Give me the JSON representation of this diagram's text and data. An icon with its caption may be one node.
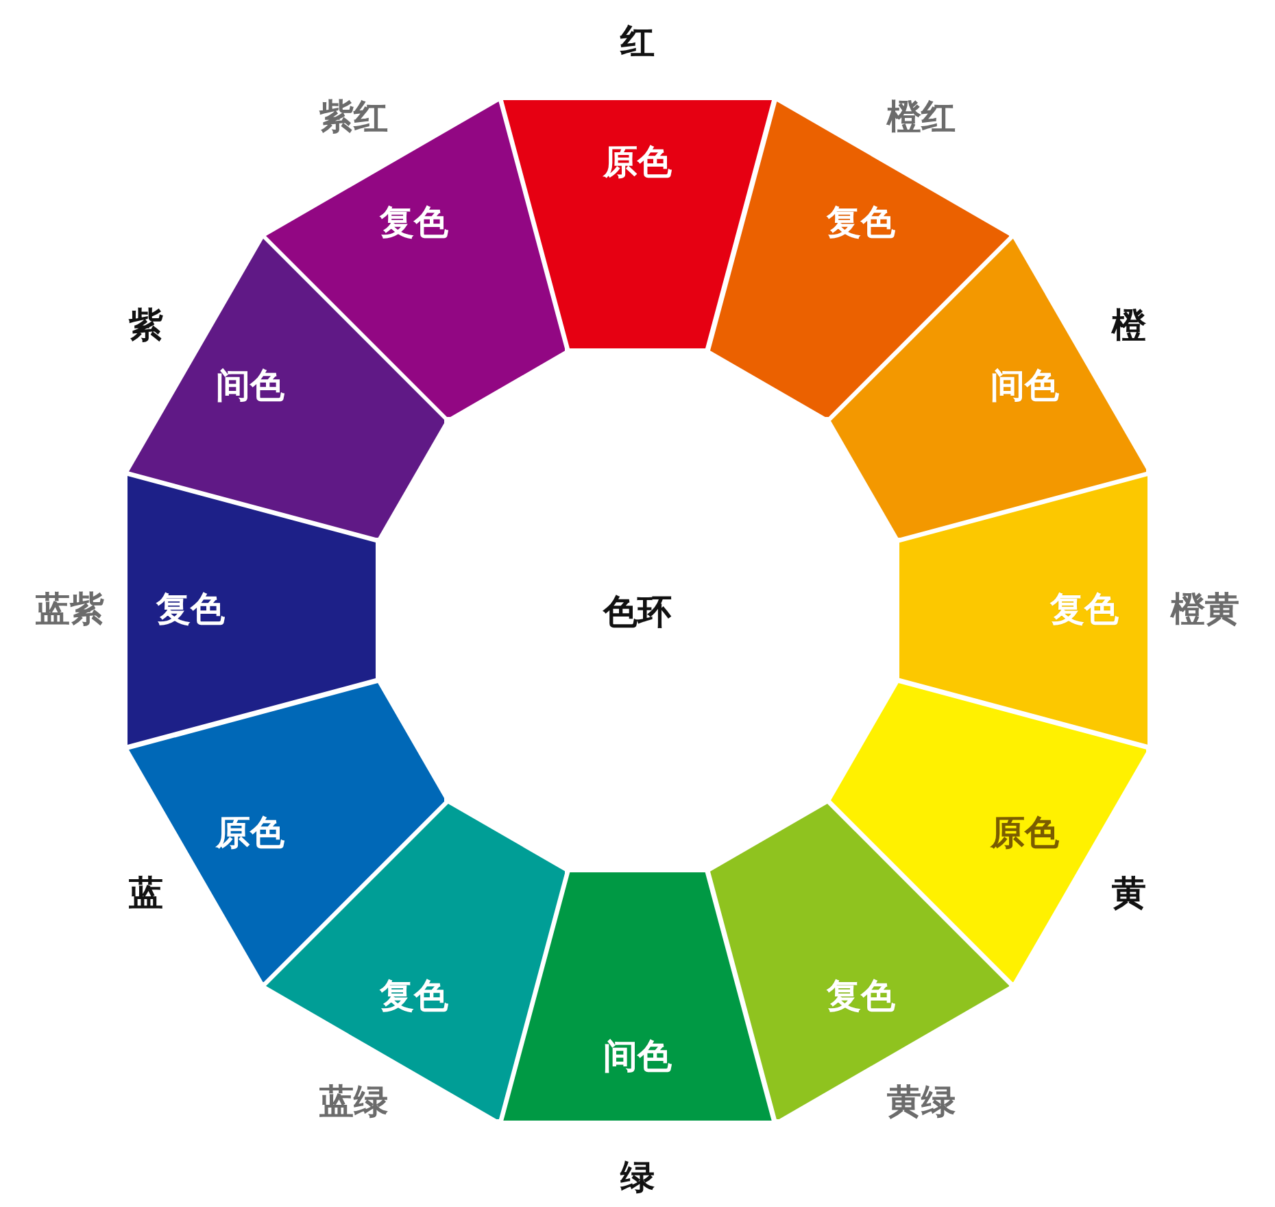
{
  "diagram": {
    "nodes": [
      {
        "text": [
          "原色"
        ],
        "beside": [
          "红"
        ]
      },
      {
        "text": [
          "复色"
        ],
        "beside": [
          "橙红"
        ]
      },
      {
        "text": [
          "间色"
        ],
        "beside": [
          "橙"
        ]
      },
      {
        "text": [
          "复色"
        ],
        "beside": [
          "橙黄"
        ]
      },
      {
        "text": [
          "原色"
        ],
        "beside": [
          "黄"
        ]
      },
      {
        "text": [
          "复色"
        ],
        "beside": [
          "黄绿"
        ]
      },
      {
        "text": [
          "间色"
        ],
        "beside": [
          "绿"
        ]
      },
      {
        "text": [
          "复色"
        ],
        "beside": [
          "蓝绿"
        ]
      },
      {
        "text": [
          "原色"
        ],
        "beside": [
          "蓝"
        ]
      },
      {
        "text": [
          "复色"
        ],
        "beside": [
          "蓝紫"
        ]
      },
      {
        "text": [
          "间色"
        ],
        "beside": [
          "紫"
        ]
      },
      {
        "text": [
          "复色"
        ],
        "beside": [
          "紫红"
        ]
      }
    ],
    "labels": [
      "色环"
    ]
  }
}
